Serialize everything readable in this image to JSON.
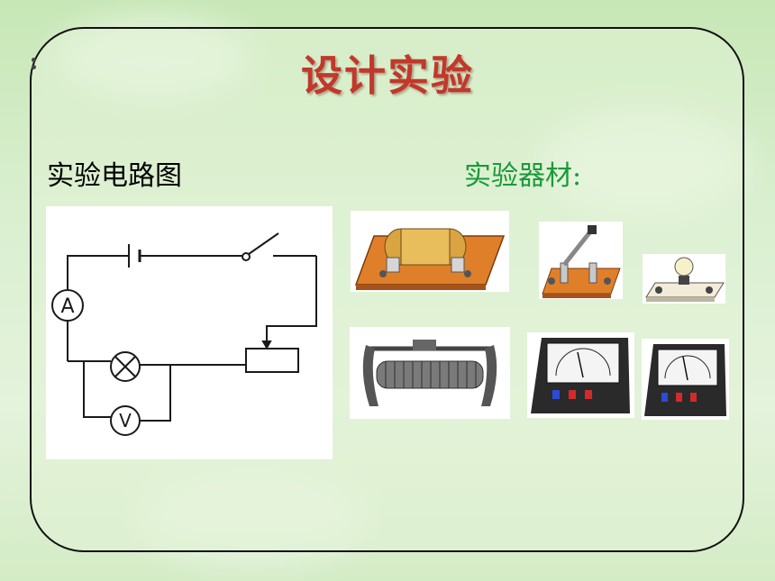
{
  "slide": {
    "title": "设计实验",
    "circuit_label": "实验电路图",
    "equipment_label": "实验器材:"
  },
  "circuit": {
    "ammeter_symbol": "A",
    "voltmeter_symbol": "V"
  },
  "equipment": [
    {
      "name": "battery-holder-icon"
    },
    {
      "name": "knife-switch-icon"
    },
    {
      "name": "bulb-on-base-icon"
    },
    {
      "name": "rheostat-icon"
    },
    {
      "name": "voltmeter-meter-icon"
    },
    {
      "name": "ammeter-meter-icon"
    }
  ],
  "colors": {
    "title": "#c0392b",
    "equipment_label": "#1a9a3a",
    "wood": "#e07f2a",
    "brass": "#d9a441"
  }
}
